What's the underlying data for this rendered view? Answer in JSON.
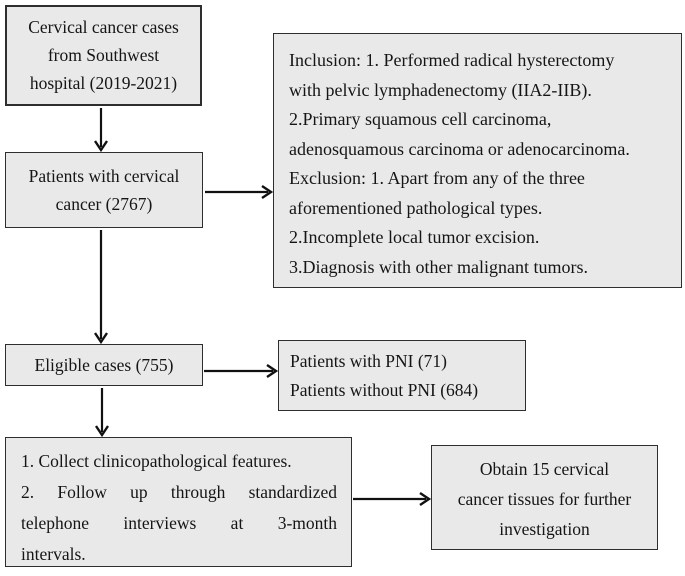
{
  "figure": {
    "type": "flowchart",
    "background_color": "#ffffff",
    "box_fill_color": "#e9e9e9",
    "box_border_color": "#2e2e2e",
    "arrow_color": "#111111"
  },
  "boxes": {
    "source": {
      "lines": [
        "Cervical cancer cases",
        "from Southwest",
        "hospital (2019-2021)"
      ]
    },
    "criteria": {
      "lines": [
        "Inclusion: 1. Performed radical hysterectomy",
        "with pelvic lymphadenectomy (IIA2-IIB).",
        "2.Primary squamous cell carcinoma,",
        "adenosquamous carcinoma or adenocarcinoma.",
        "Exclusion: 1. Apart from any of the three",
        "aforementioned pathological types.",
        "2.Incomplete local tumor excision.",
        "3.Diagnosis with other malignant tumors."
      ]
    },
    "patients": {
      "lines": [
        "Patients with cervical",
        "cancer (2767)"
      ]
    },
    "eligible": {
      "lines": [
        "Eligible cases (755)"
      ]
    },
    "pni": {
      "lines": [
        "Patients with PNI (71)",
        "Patients without PNI (684)"
      ]
    },
    "followup": {
      "lines": [
        "1. Collect clinicopathological features.",
        "2. Follow up through standardized",
        "telephone interviews at 3-month",
        "intervals."
      ]
    },
    "tissues": {
      "lines": [
        "Obtain 15 cervical",
        "cancer tissues for further",
        "investigation"
      ]
    }
  }
}
